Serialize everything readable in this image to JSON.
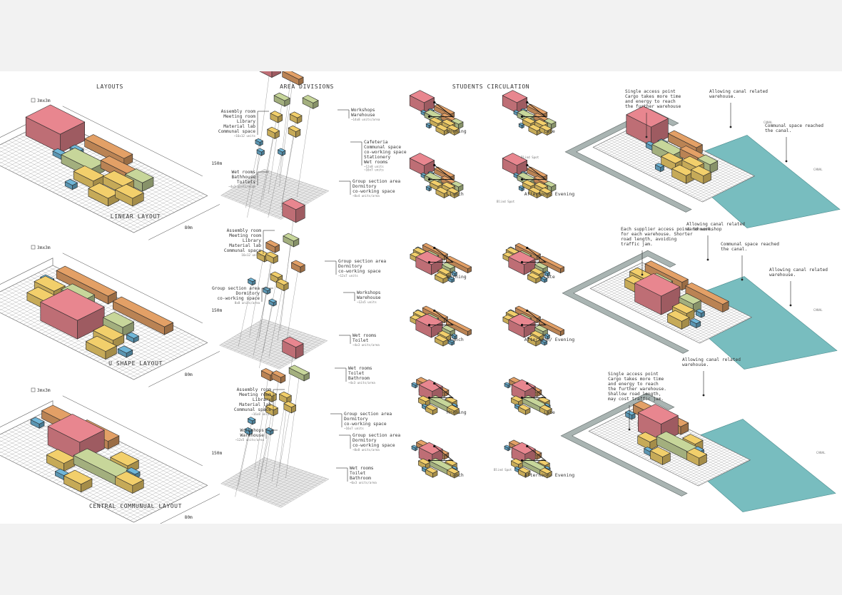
{
  "headers": {
    "layouts": "LAYOUTS",
    "area_divisions": "AREA DIVISIONS",
    "students_circulation": "STUDENTS CIRCULATION"
  },
  "colors": {
    "communal": "#e8868f",
    "workshop": "#e3a066",
    "cafeteria": "#c7d69a",
    "group": "#f2cf6b",
    "wetroom": "#6fb6d8",
    "canal": "#78bdbf",
    "road": "#a9b4b2"
  },
  "layouts": [
    {
      "title": "LINEAR LAYOUT",
      "grid_label": "3mx3m",
      "length": "150m",
      "width": "80m"
    },
    {
      "title": "U SHAPE LAYOUT",
      "grid_label": "3mx3m",
      "length": "150m",
      "width": "80m"
    },
    {
      "title": "CENTRAL COMMUNUAL LAYOUT",
      "grid_label": "3mx3m",
      "length": "150m",
      "width": "80m"
    }
  ],
  "divisions": [
    {
      "labels": [
        {
          "text": "Assembly room\nMeeting room\nLibrary\nMaterial lab\nCommunal space",
          "note": "~16x12 units"
        },
        {
          "text": "Workshops\nWarehouse",
          "note": "~14x8 units/area"
        },
        {
          "text": "Cafeteria\nCommunal space\nco-working space\nStationery\nWet rooms",
          "note": "~12x8 units\n~16x7 units"
        },
        {
          "text": "Wet rooms\nBathhouse\nToilets",
          "note": "~4x3 units/area"
        },
        {
          "text": "Group section area\nDormitory\nco-working space",
          "note": "~8x4 units/area"
        }
      ]
    },
    {
      "labels": [
        {
          "text": "Assembly room\nMeeting room\nLibrary\nMaterial lab\nCommunal space",
          "note": "16x12 units"
        },
        {
          "text": "Group section area\nDormitory\nco-working space",
          "note": "~12x7 units"
        },
        {
          "text": "Group section area\nDormitory\nco-working space",
          "note": "8x8 units/area"
        },
        {
          "text": "Workshops\nWarehouse",
          "note": "~12x5 units"
        },
        {
          "text": "Wet rooms\nToilet",
          "note": "~4x3 units/area"
        },
        {
          "text": "Wet rooms\nToilet\nBathroom",
          "note": "~4x3 units/area"
        }
      ]
    },
    {
      "labels": [
        {
          "text": "Assembly room\nMeeting room\nLibrary\nMaterial lab\nCommunal space",
          "note": "~16x8 units"
        },
        {
          "text": "Group section area\nDormitory\nco-working space",
          "note": "~16x7 units"
        },
        {
          "text": "Workshops\nWarehouse",
          "note": "~12x5 units/area"
        },
        {
          "text": "Group section area\nDormitory\nco-working space",
          "note": "~8x8 units/area"
        },
        {
          "text": "Wet rooms\nToilet\nBathroom",
          "note": "~6x3 units/area"
        }
      ]
    }
  ],
  "circulation": [
    {
      "labels": [
        "Morning",
        "Late",
        "Lunch",
        "Afternoon/ Evening"
      ],
      "blind_spots": [
        "Blind Spot",
        "Blind Spot"
      ]
    },
    {
      "labels": [
        "Morning",
        "Late",
        "Lunch",
        "Afternoon/ Evening"
      ],
      "blind_spots": []
    },
    {
      "labels": [
        "Morning",
        "Late",
        "Lunch",
        "Afternoon/ Evening"
      ],
      "blind_spots": [
        "Blind Spot"
      ]
    }
  ],
  "sites": [
    {
      "annotations": [
        "Single access point\nCargo takes more time\nand energy to reach\nthe further warehouse",
        "Allowing canal related\nwarehouse.",
        "Communal space reached\nthe canal."
      ],
      "canal": [
        "CANAL",
        "CANAL"
      ]
    },
    {
      "annotations": [
        "Each supplier access point to workshop\nfor each warehouse. Shorter\nroad length, avoiding\ntraffic jam.",
        "Allowing canal related\nwarehouse.",
        "Communal space reached\nthe canal.",
        "Allowing canal related\nwarehouse."
      ],
      "canal": [
        "CANAL"
      ]
    },
    {
      "annotations": [
        "Single access point\nCargo takes more time\nand energy to reach\nthe further warehouse.\nShallow road length,\nmay cost traffic jam.",
        "Allowing canal related\nwarehouse."
      ],
      "canal": [
        "CANAL"
      ]
    }
  ]
}
